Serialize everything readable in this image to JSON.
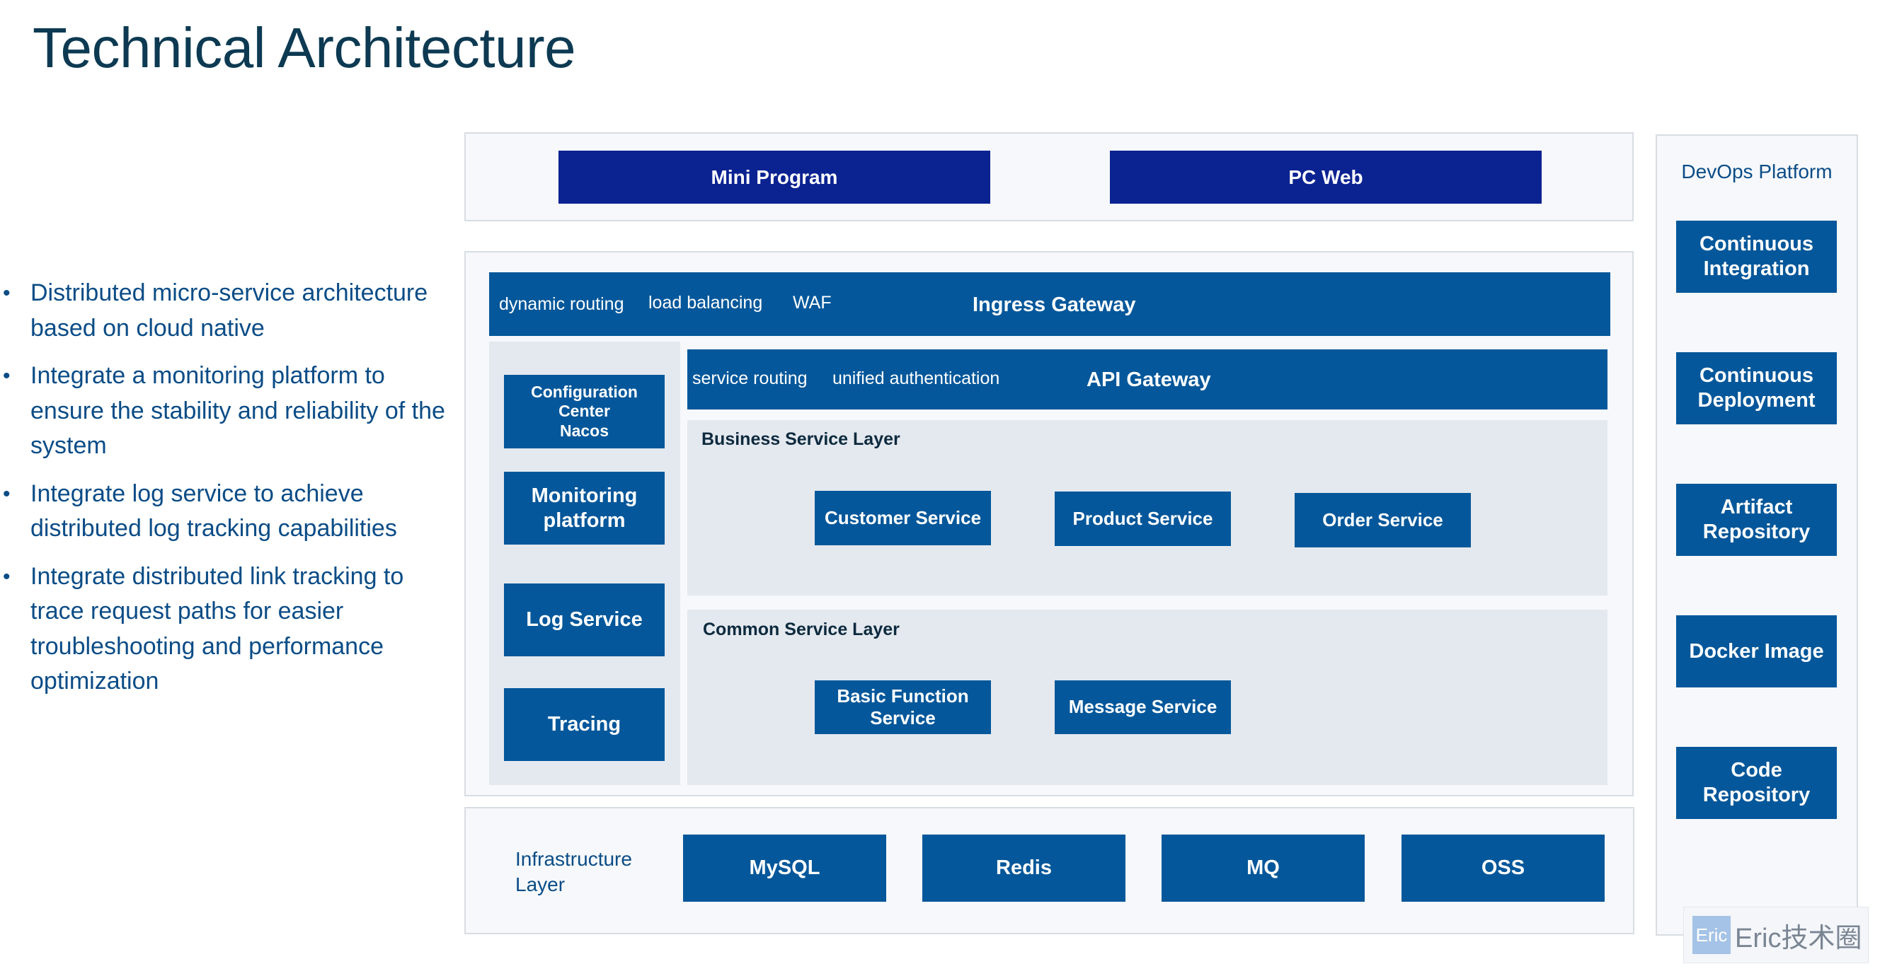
{
  "title": "Technical Architecture",
  "bullets": [
    "Distributed micro-service architecture based on cloud native",
    "Integrate a monitoring platform to ensure the stability and reliability of the system",
    "Integrate log service to achieve distributed log tracking capabilities",
    "Integrate distributed link tracking to trace request paths for easier troubleshooting and performance optimization"
  ],
  "clients": [
    "Mini Program",
    "PC Web"
  ],
  "ingress": {
    "features": [
      "dynamic routing",
      "load balancing",
      "WAF"
    ],
    "label": "Ingress Gateway"
  },
  "sidebar": {
    "config": [
      "Configuration",
      "Center",
      "Nacos"
    ],
    "monitoring": "Monitoring platform",
    "log": "Log Service",
    "tracing": "Tracing"
  },
  "api": {
    "features": [
      "service routing",
      "unified authentication"
    ],
    "label": "API Gateway"
  },
  "business": {
    "title": "Business Service Layer",
    "services": [
      "Customer Service",
      "Product Service",
      "Order Service"
    ]
  },
  "common": {
    "title": "Common Service Layer",
    "services": [
      "Basic Function Service",
      "Message Service"
    ]
  },
  "infra": {
    "label": "Infrastructure Layer",
    "items": [
      "MySQL",
      "Redis",
      "MQ",
      "OSS"
    ]
  },
  "devops": {
    "title": "DevOps Platform",
    "items": [
      "Continuous Integration",
      "Continuous Deployment",
      "Artifact Repository",
      "Docker Image",
      "Code Repository"
    ]
  },
  "watermark": {
    "logo": "Eric",
    "text": "Eric技术圈"
  }
}
